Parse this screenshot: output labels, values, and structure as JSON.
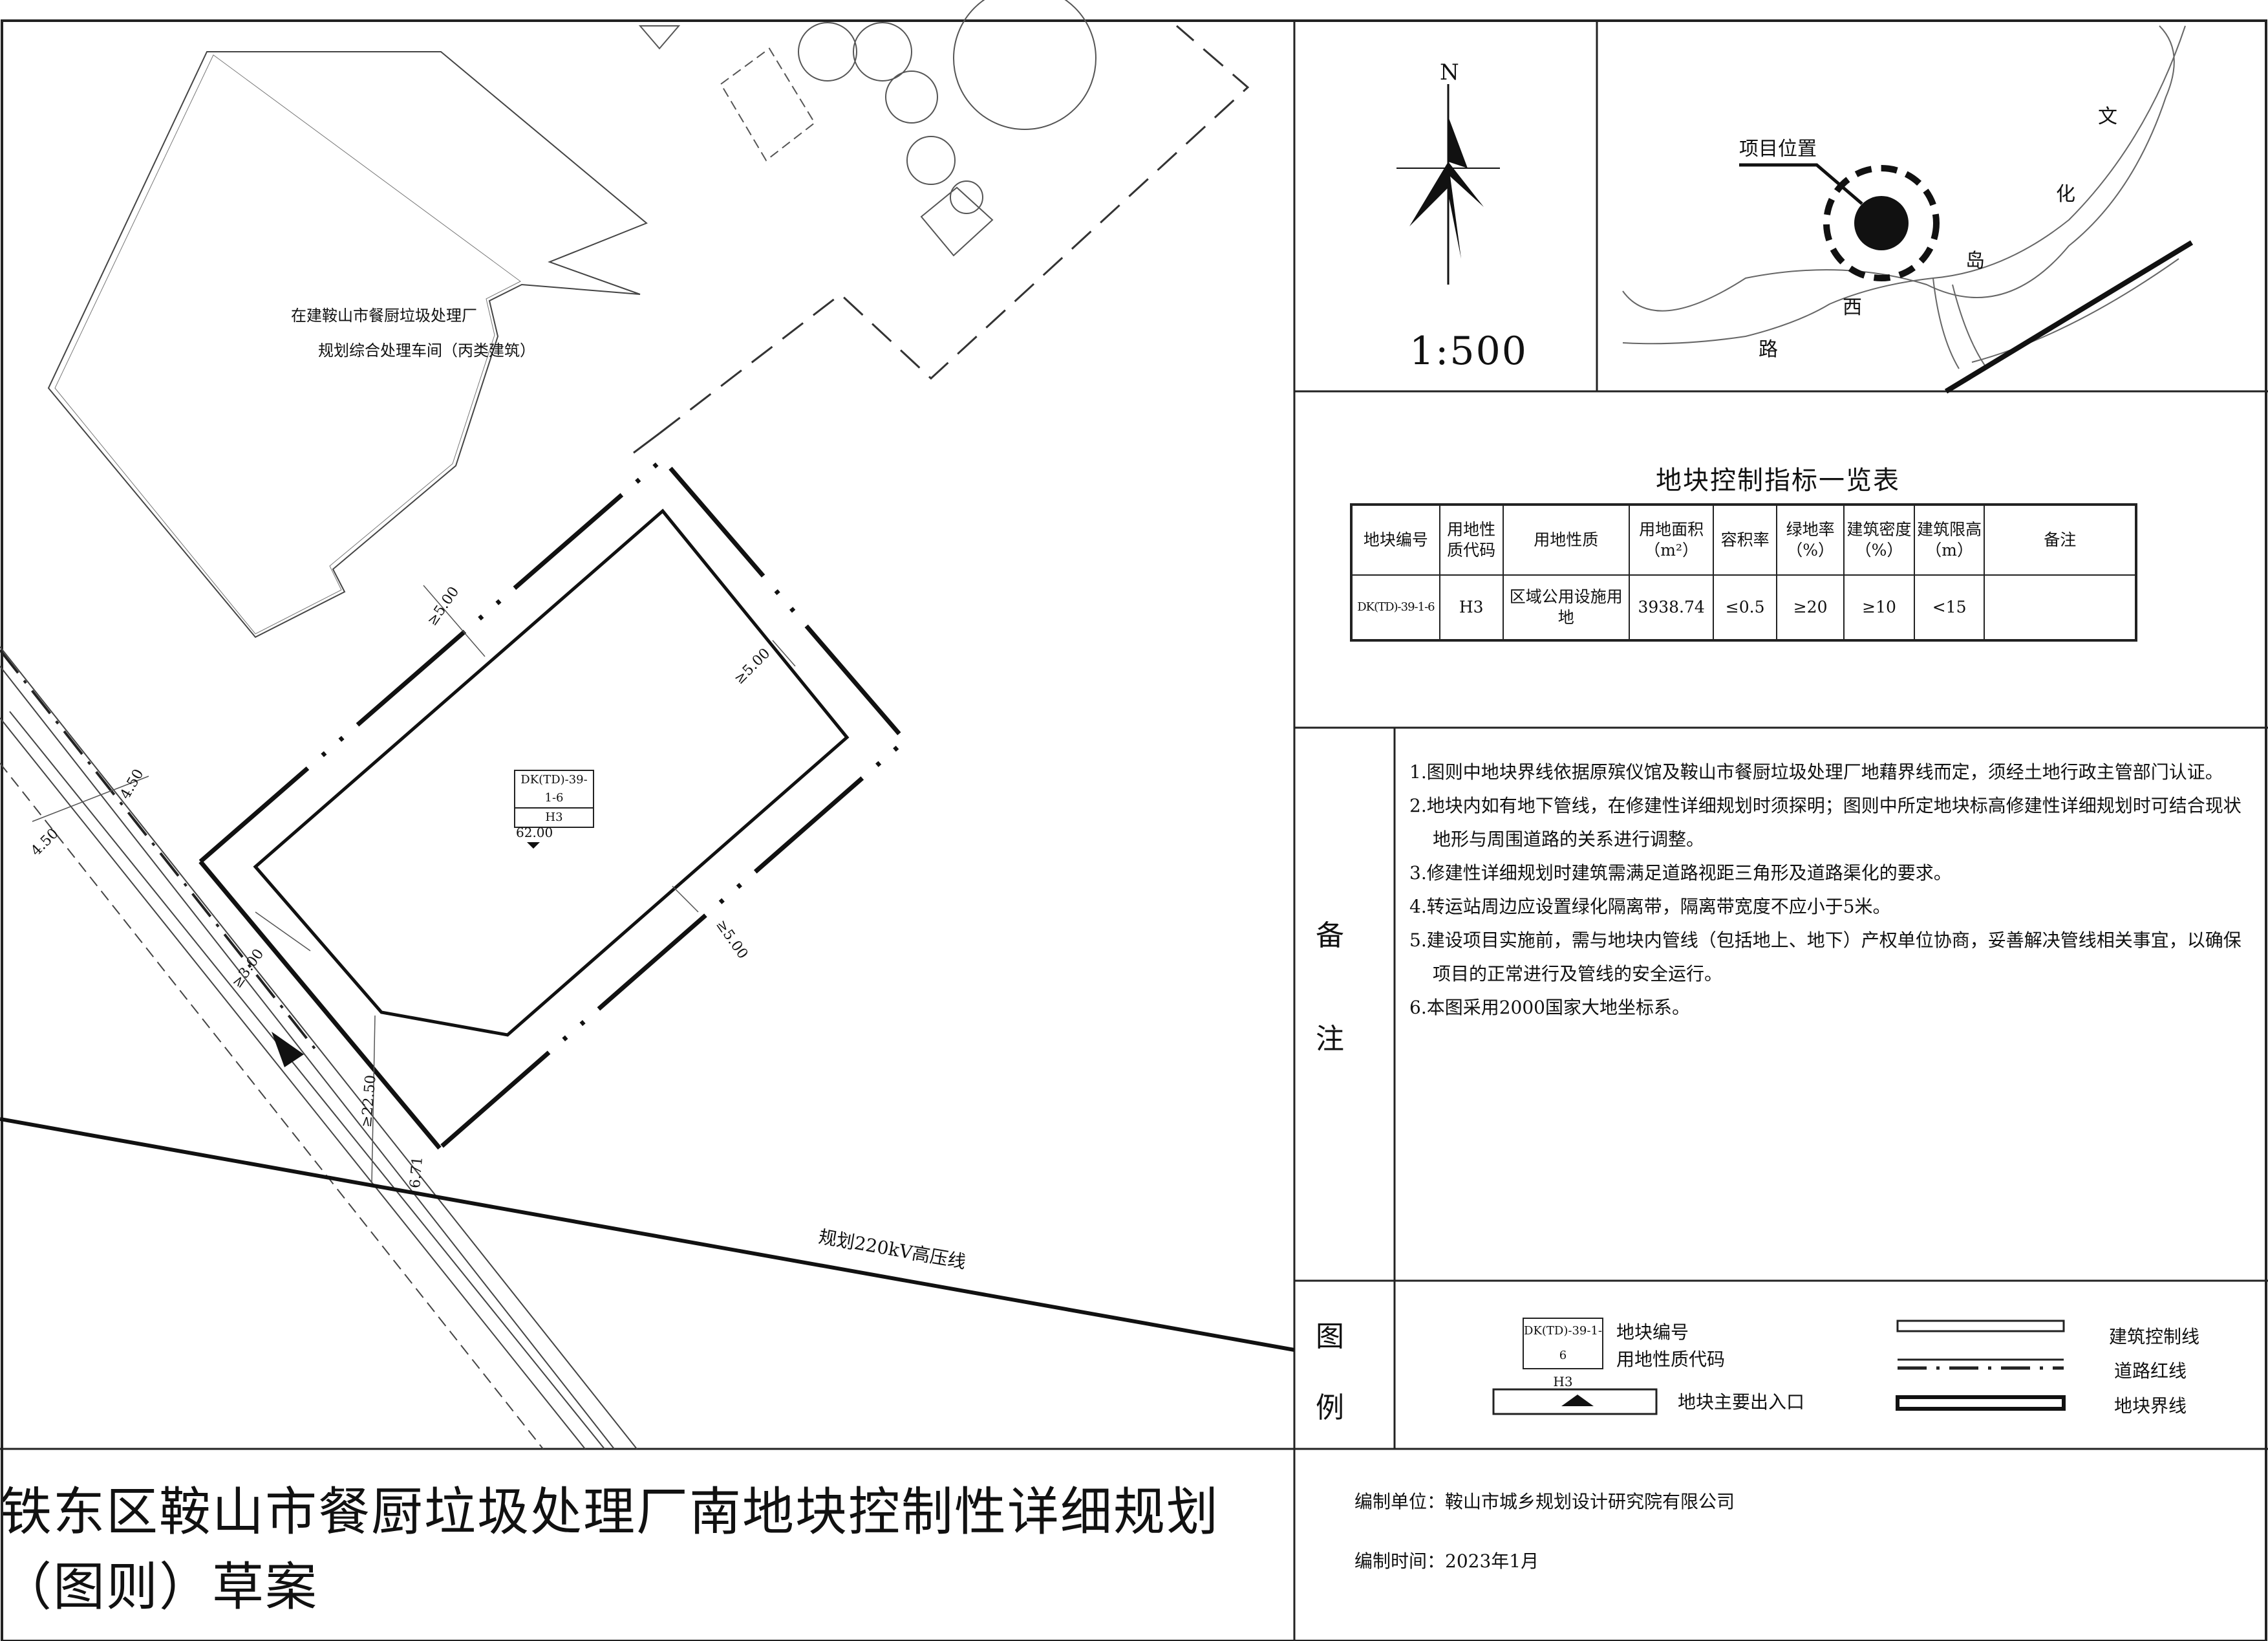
{
  "plan": {
    "building_label_1": "在建鞍山市餐厨垃圾处理厂",
    "building_label_2": "规划综合处理车间（丙类建筑）",
    "plot_code": "DK(TD)-39-1-6",
    "plot_land_use_code": "H3",
    "elevation": "62.00",
    "powerline_label": "规划220kV高压线",
    "setbacks": [
      "≥5.00",
      "≥5.00",
      "≥5.00",
      "≥3.00",
      "≥22.50"
    ],
    "dims": [
      "4.50",
      "4.50",
      "6.71"
    ]
  },
  "compass": {
    "north": "N"
  },
  "scale_text": "1:500",
  "location_map": {
    "marker_label": "项目位置",
    "road_chars": [
      "文",
      "化",
      "岛",
      "西",
      "路"
    ]
  },
  "control_table": {
    "title": "地块控制指标一览表",
    "headers": [
      "地块编号",
      "用地性质代码",
      "用地性质",
      "用地面积（m²）",
      "容积率",
      "绿地率（%）",
      "建筑密度（%）",
      "建筑限高（m）",
      "备注"
    ],
    "rows": [
      [
        "DK(TD)-39-1-6",
        "H3",
        "区域公用设施用地",
        "3938.74",
        "≤0.5",
        "≥20",
        "≥10",
        "<15",
        ""
      ]
    ]
  },
  "notes": {
    "label_1": "备",
    "label_2": "注",
    "items": [
      "1.图则中地块界线依据原殡仪馆及鞍山市餐厨垃圾处理厂地藉界线而定，须经土地行政主管部门认证。",
      "2.地块内如有地下管线，在修建性详细规划时须探明；图则中所定地块标高修建性详细规划时可结合现状地形与周围道路的关系进行调整。",
      "3.修建性详细规划时建筑需满足道路视距三角形及道路渠化的要求。",
      "4.转运站周边应设置绿化隔离带，隔离带宽度不应小于5米。",
      "5.建设项目实施前，需与地块内管线（包括地上、地下）产权单位协商，妥善解决管线相关事宜，以确保项目的正常进行及管线的安全运行。",
      "6.本图采用2000国家大地坐标系。"
    ]
  },
  "legend": {
    "label_1": "图",
    "label_2": "例",
    "plot_code": "DK(TD)-39-1-6",
    "use_code": "H3",
    "plot_code_text": "地块编号",
    "use_code_text": "用地性质代码",
    "entrance_text": "地块主要出入口",
    "building_line_text": "建筑控制线",
    "road_red_line_text": "道路红线",
    "plot_boundary_text": "地块界线"
  },
  "title": "铁东区鞍山市餐厨垃圾处理厂南地块控制性详细规划（图则）草案",
  "compiler": "编制单位：鞍山市城乡规划设计研究院有限公司",
  "date": "编制时间：2023年1月"
}
